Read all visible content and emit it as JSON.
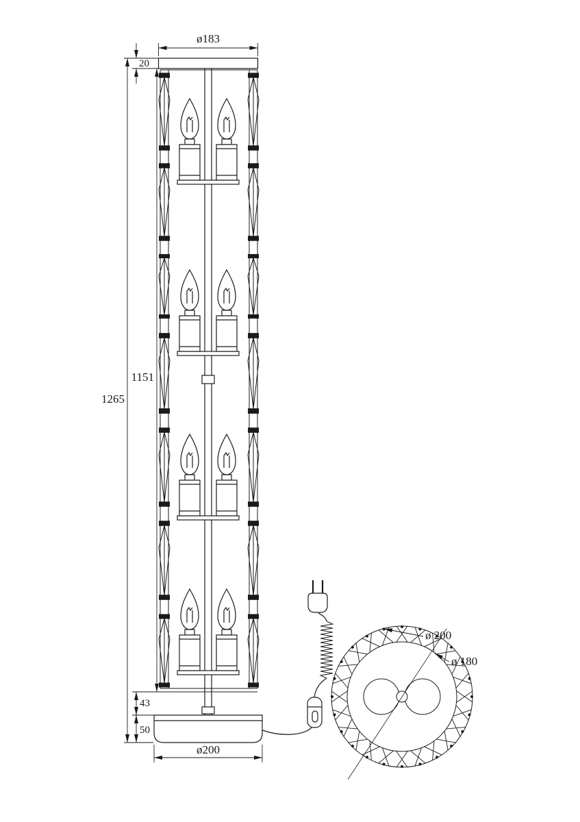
{
  "drawing": {
    "colors": {
      "ink": "#1a1a1a",
      "background": "#ffffff"
    },
    "front_view": {
      "dim_top_diameter": "ø183",
      "dim_plate_thickness": "20",
      "dim_body_height": "1151",
      "dim_total_height": "1265",
      "dim_stem_height": "43",
      "dim_base_height": "50",
      "dim_base_diameter": "ø200"
    },
    "top_view": {
      "dim_outer_diameter": "ø 200",
      "dim_inner_diameter": "ø 180"
    }
  }
}
